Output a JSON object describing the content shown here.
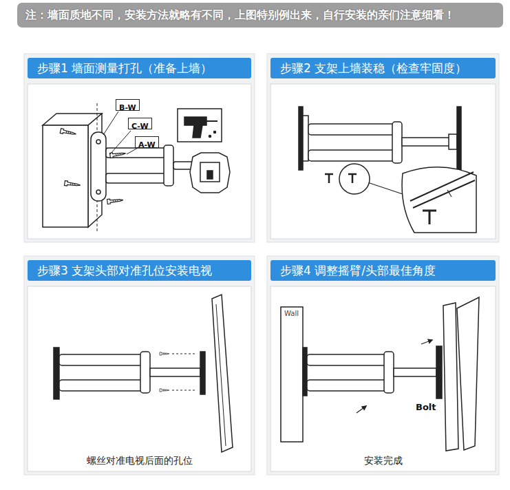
{
  "diagram": {
    "nodes": [
      {
        "text": [
          "注：墙面质地不同，安装方法就略有不同，上图特别例出来，自行安装的亲们注意细看！"
        ]
      },
      {
        "text": [
          "步骤1 墙面测量打孔（准备上墙）"
        ]
      },
      {
        "text": [
          "B-W"
        ],
        "in": 1
      },
      {
        "text": [
          "C-W"
        ],
        "in": 1
      },
      {
        "text": [
          "A-W"
        ],
        "in": 1
      },
      {
        "text": [
          "步骤2 支架上墙装稳（检查牢固度）"
        ]
      },
      {
        "text": [
          "步骤3 支架头部对准孔位安装电视",
          "螺丝对准电视后面的孔位"
        ]
      },
      {
        "text": [
          "步骤4 调整摇臂/头部最佳角度",
          "安装完成"
        ]
      }
    ],
    "labels": [
      "Wall",
      "Bolt"
    ]
  }
}
